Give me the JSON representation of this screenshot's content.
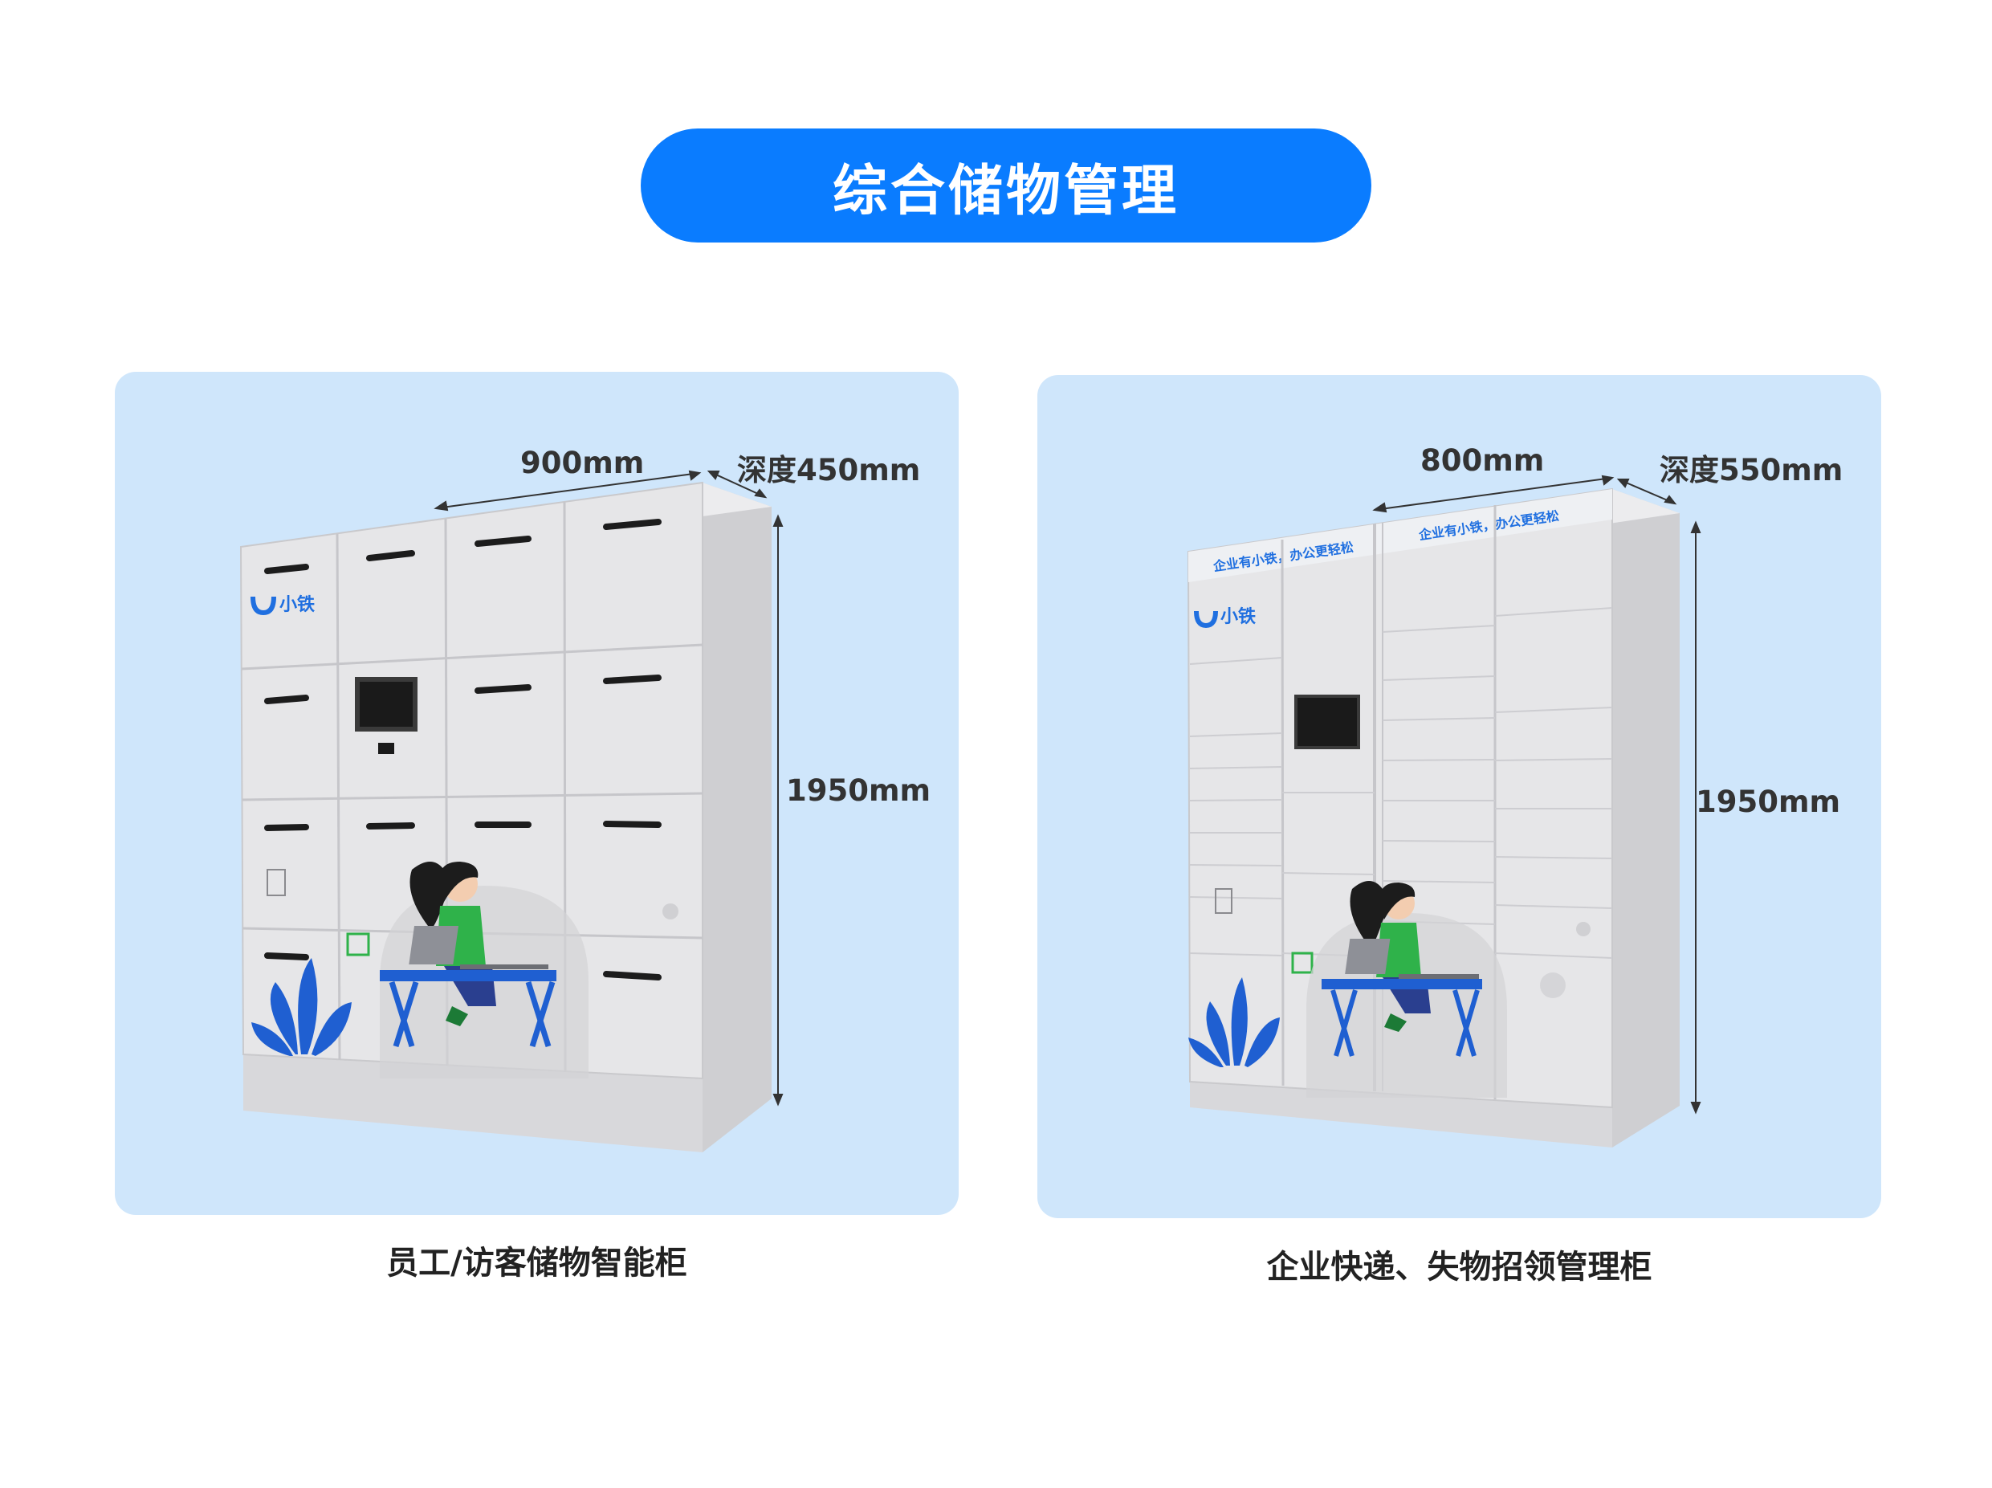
{
  "page_title": "综合储物管理",
  "left_product": {
    "caption": "员工/访客储物智能柜",
    "width_label": "900mm",
    "depth_label": "深度450mm",
    "height_label": "1950mm",
    "brand": "小铁"
  },
  "right_product": {
    "caption": "企业快递、失物招领管理柜",
    "width_label": "800mm",
    "depth_label": "深度550mm",
    "height_label": "1950mm",
    "brand": "小铁",
    "slogan": "企业有小铁，办公更轻松"
  },
  "colors": {
    "accent": "#0a7cff",
    "panel_bg": "#cfe6fb",
    "cabinet": "#e4e4e6",
    "plant": "#1f5fd1",
    "shirt": "#2fb24a"
  }
}
